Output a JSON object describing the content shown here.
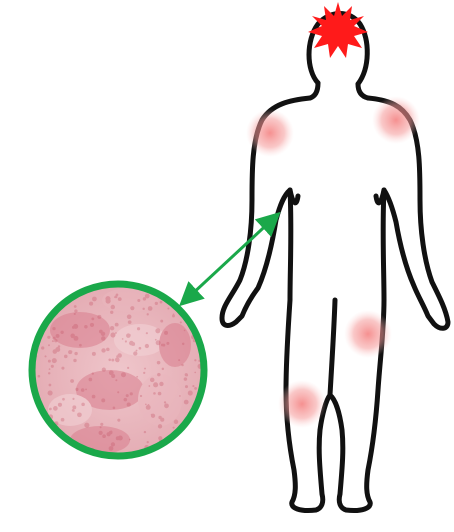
{
  "figure": {
    "body_outline_color": "#111111",
    "pain_spots": [
      {
        "name": "headache",
        "icon": "starburst-icon",
        "color": "#ff1a1a"
      },
      {
        "name": "right-shoulder",
        "color": "#f26b6b"
      },
      {
        "name": "left-shoulder",
        "color": "#f26b6b"
      },
      {
        "name": "left-knee",
        "color": "#f26b6b"
      },
      {
        "name": "right-knee",
        "color": "#f26b6b"
      }
    ],
    "rash_zoom": {
      "ring_color": "#1aa84a",
      "arrow_color": "#1aa84a",
      "skin_colors": [
        "#e9b7bd",
        "#d97f8e",
        "#f3d4d8"
      ]
    }
  }
}
